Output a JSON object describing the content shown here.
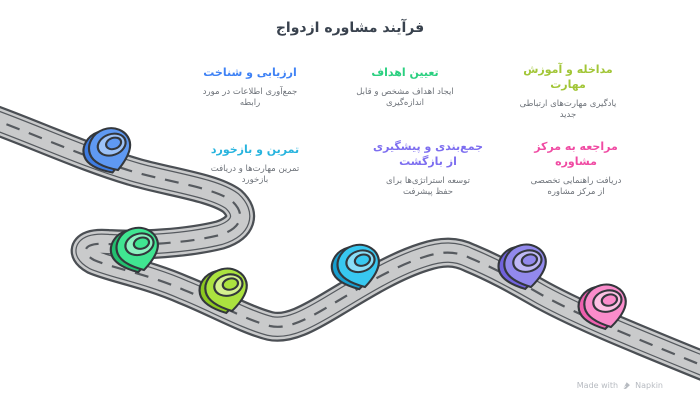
{
  "title": "فرآیند مشاوره ازدواج",
  "title_color": "#39424e",
  "steps": [
    {
      "heading": "ارزیابی و شناخت",
      "body": "جمع‌آوری اطلاعات در مورد\nرابطه",
      "accent": "#3f82f5",
      "pin": {
        "body": "#5f99f2",
        "shade": "#3e7ce2",
        "ring": "#9cc2f8"
      }
    },
    {
      "heading": "تعیین اهداف",
      "body": "ایجاد اهداف مشخص و قابل\nاندازه‌گیری",
      "accent": "#2bd080",
      "pin": {
        "body": "#40e591",
        "shade": "#23c06f",
        "ring": "#8df2c0"
      }
    },
    {
      "heading": "مداخله و آموزش\nمهارت",
      "body": "یادگیری مهارت‌های ارتباطی\nجدید",
      "accent": "#a2c637",
      "pin": {
        "body": "#abe23f",
        "shade": "#8cc71f",
        "ring": "#d4f18e"
      }
    },
    {
      "heading": "تمرین و بازخورد",
      "body": "تمرین مهارت‌ها و دریافت\nبازخورد",
      "accent": "#28b4de",
      "pin": {
        "body": "#38c8f0",
        "shade": "#169fd0",
        "ring": "#8adef7"
      }
    },
    {
      "heading": "جمع‌بندی و پیشگیری\nاز بازگشت",
      "body": "توسعه استراتژی‌ها برای\nحفظ پیشرفت",
      "accent": "#7d6ef0",
      "pin": {
        "body": "#9289ec",
        "shade": "#7162dd",
        "ring": "#bfb8f6"
      }
    },
    {
      "heading": "مراجعه به مرکز\nمشاوره",
      "body": "دریافت راهنمایی تخصصی\nاز مرکز مشاوره",
      "accent": "#f04ba3",
      "pin": {
        "body": "#fa8ccb",
        "shade": "#ee5fae",
        "ring": "#fdc0e3"
      }
    }
  ],
  "watermark": {
    "prefix": "Made with",
    "brand": "Napkin"
  }
}
